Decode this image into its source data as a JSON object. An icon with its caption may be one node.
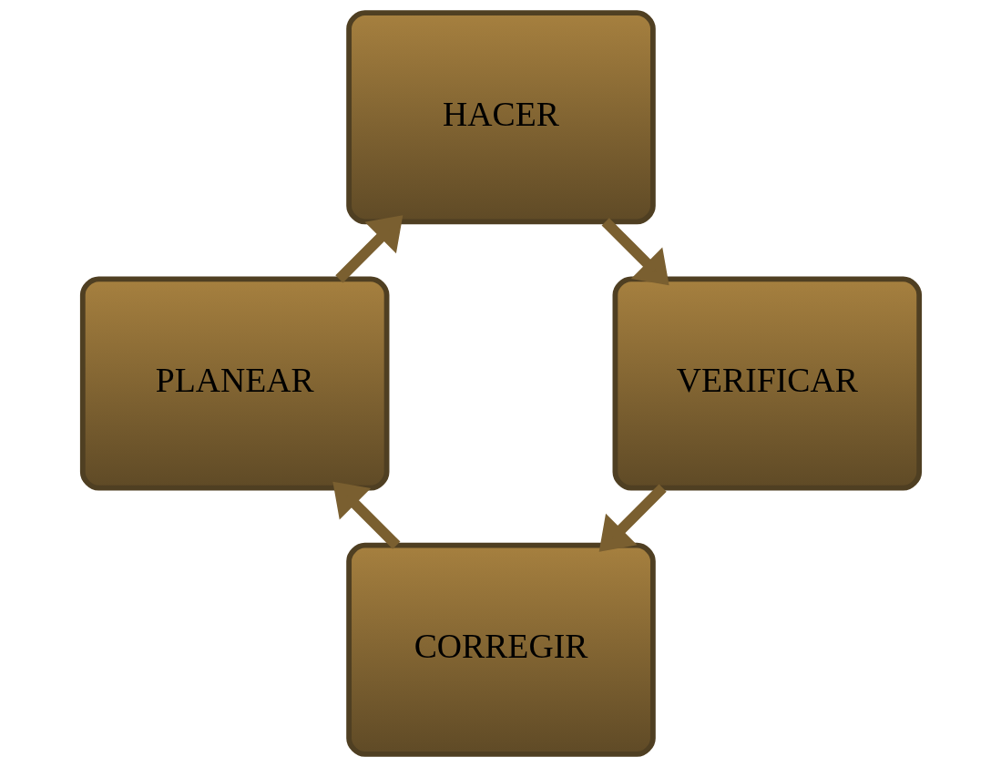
{
  "diagram": {
    "nodes": [
      {
        "text": [
          "CORREGIR"
        ]
      },
      {
        "text": [
          "PLANEAR"
        ]
      },
      {
        "text": [
          "VERIFICAR"
        ]
      },
      {
        "text": [
          "HACER"
        ]
      }
    ],
    "edges": [
      {
        "from": 0,
        "to": 1,
        "arrow": "to"
      },
      {
        "from": 1,
        "to": 3,
        "arrow": "to"
      },
      {
        "from": 3,
        "to": 2,
        "arrow": "to"
      },
      {
        "from": 2,
        "to": 0,
        "arrow": "to"
      }
    ]
  }
}
